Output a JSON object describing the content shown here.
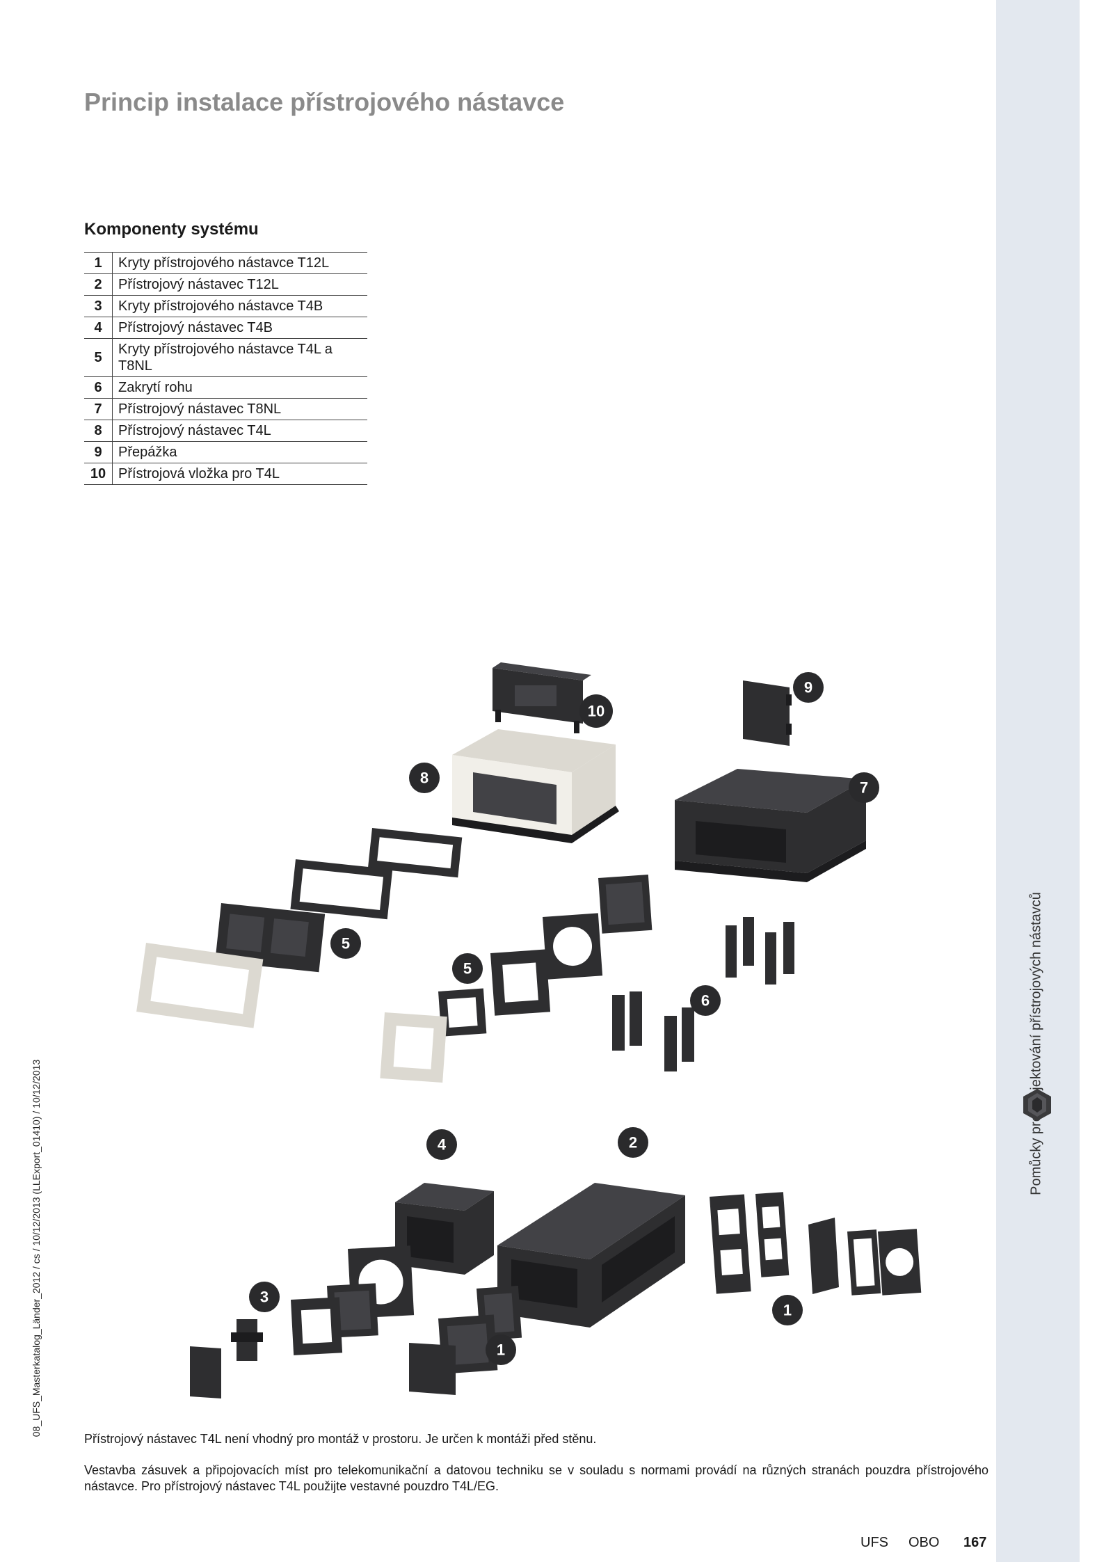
{
  "page": {
    "title": "Princip instalace přístrojového nástavce",
    "section_heading": "Komponenty systému",
    "side_label": "Pomůcky pro projektování přístrojových nástavců",
    "left_vertical": "08_UFS_Masterkatalog_Länder_2012 / cs / 10/12/2013 (LLExport_01410) / 10/12/2013"
  },
  "components": [
    {
      "num": "1",
      "label": "Kryty přístrojového nástavce T12L"
    },
    {
      "num": "2",
      "label": "Přístrojový nástavec T12L"
    },
    {
      "num": "3",
      "label": "Kryty přístrojového nástavce T4B"
    },
    {
      "num": "4",
      "label": "Přístrojový nástavec T4B"
    },
    {
      "num": "5",
      "label": "Kryty přístrojového nástavce T4L a T8NL"
    },
    {
      "num": "6",
      "label": "Zakrytí rohu"
    },
    {
      "num": "7",
      "label": "Přístrojový nástavec T8NL"
    },
    {
      "num": "8",
      "label": "Přístrojový nástavec T4L"
    },
    {
      "num": "9",
      "label": "Přepážka"
    },
    {
      "num": "10",
      "label": "Přístrojová vložka pro T4L"
    }
  ],
  "illustration_callouts": {
    "c1a": "1",
    "c1b": "1",
    "c2": "2",
    "c3": "3",
    "c4": "4",
    "c5a": "5",
    "c5b": "5",
    "c6": "6",
    "c7": "7",
    "c8": "8",
    "c9": "9",
    "c10": "10"
  },
  "notes": {
    "note1": "Přístrojový nástavec T4L není vhodný pro montáž v prostoru. Je určen k montáži před stěnu.",
    "note2": "Vestavba zásuvek a připojovacích míst pro telekomunikační a datovou techniku se v souladu s normami provádí na různých stranách pouzdra přístrojového nástavce. Pro přístrojový nástavec T4L použijte vestavné pouzdro T4L/EG."
  },
  "footer": {
    "brand1": "UFS",
    "brand2": "OBO",
    "page_number": "167"
  },
  "colors": {
    "side_band": "#e3e8ef",
    "title": "#8a8a8a",
    "product_dark": "#2e2e30",
    "product_light": "#f1efe9"
  },
  "icons": {
    "side_icon": "obo-hexagon-icon"
  }
}
